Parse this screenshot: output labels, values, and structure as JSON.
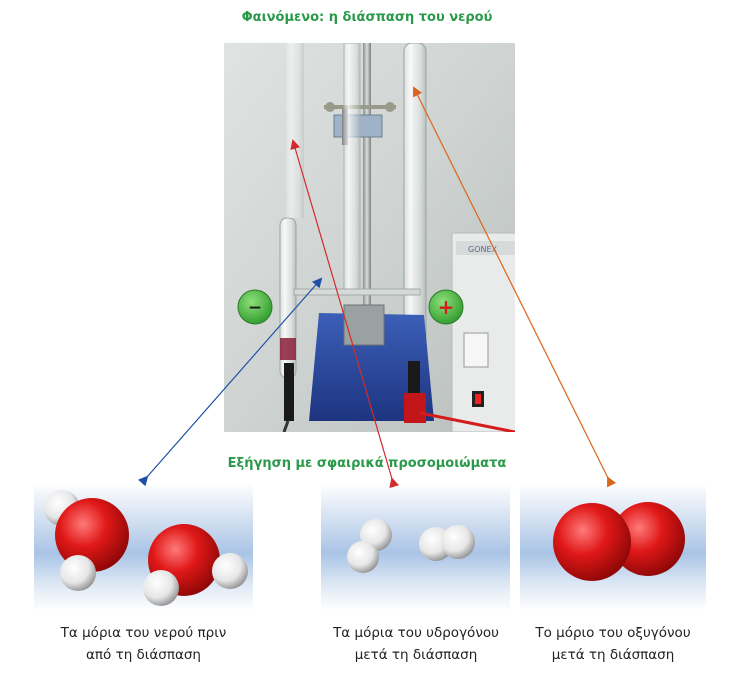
{
  "titles": {
    "top": "Φαινόμενο: η διάσπαση του νερού",
    "middle": "Εξήγηση με σφαιρικά προσομοιώματα"
  },
  "photo": {
    "minus_sign": "−",
    "plus_sign": "+",
    "device_brand": "GONEX"
  },
  "captions": {
    "water": [
      "Τα μόρια του νερού πριν",
      "από τη διάσπαση"
    ],
    "hydrogen": [
      "Τα μόρια του υδρογόνου",
      "μετά τη διάσπαση"
    ],
    "oxygen": [
      "Το μόριο του οξυγόνου",
      "μετά τη διάσπαση"
    ]
  },
  "colors": {
    "title_green": "#2a9a4a",
    "arrow_blue": "#1f4fa8",
    "arrow_red": "#d42a2a",
    "arrow_orange": "#d9651e",
    "atom_oxygen": "#e01818",
    "atom_hydrogen": "#f2f2f2",
    "electrode_green": "#3fae3a"
  }
}
